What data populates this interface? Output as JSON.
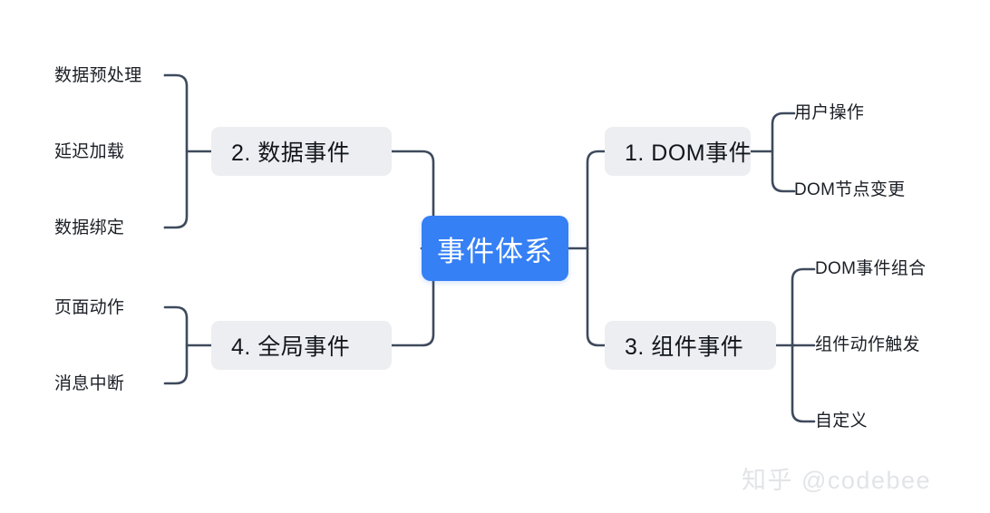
{
  "diagram": {
    "type": "mind-map",
    "title": "事件体系",
    "background": "#ffffff",
    "colors": {
      "root_fill": "#3680f5",
      "root_text": "#ffffff",
      "branch_fill": "#eceef1",
      "branch_text": "#12161c",
      "wire": "#3e4a5c",
      "leaf_text": "#1b1f26",
      "watermark": "#e2e4e7"
    },
    "root": {
      "label": "事件体系"
    },
    "branches": [
      {
        "id": "dom",
        "label": "1. DOM事件",
        "side": "right",
        "children": [
          {
            "label": "用户操作"
          },
          {
            "label": "DOM节点变更"
          }
        ]
      },
      {
        "id": "data",
        "label": "2. 数据事件",
        "side": "left",
        "children": [
          {
            "label": "数据预处理"
          },
          {
            "label": "延迟加载"
          },
          {
            "label": "数据绑定"
          }
        ]
      },
      {
        "id": "component",
        "label": "3. 组件事件",
        "side": "right",
        "children": [
          {
            "label": "DOM事件组合"
          },
          {
            "label": "组件动作触发"
          },
          {
            "label": "自定义"
          }
        ]
      },
      {
        "id": "global",
        "label": "4. 全局事件",
        "side": "left",
        "children": [
          {
            "label": "页面动作"
          },
          {
            "label": "消息中断"
          }
        ]
      }
    ]
  },
  "watermark": {
    "text": "知乎 @codebee"
  }
}
